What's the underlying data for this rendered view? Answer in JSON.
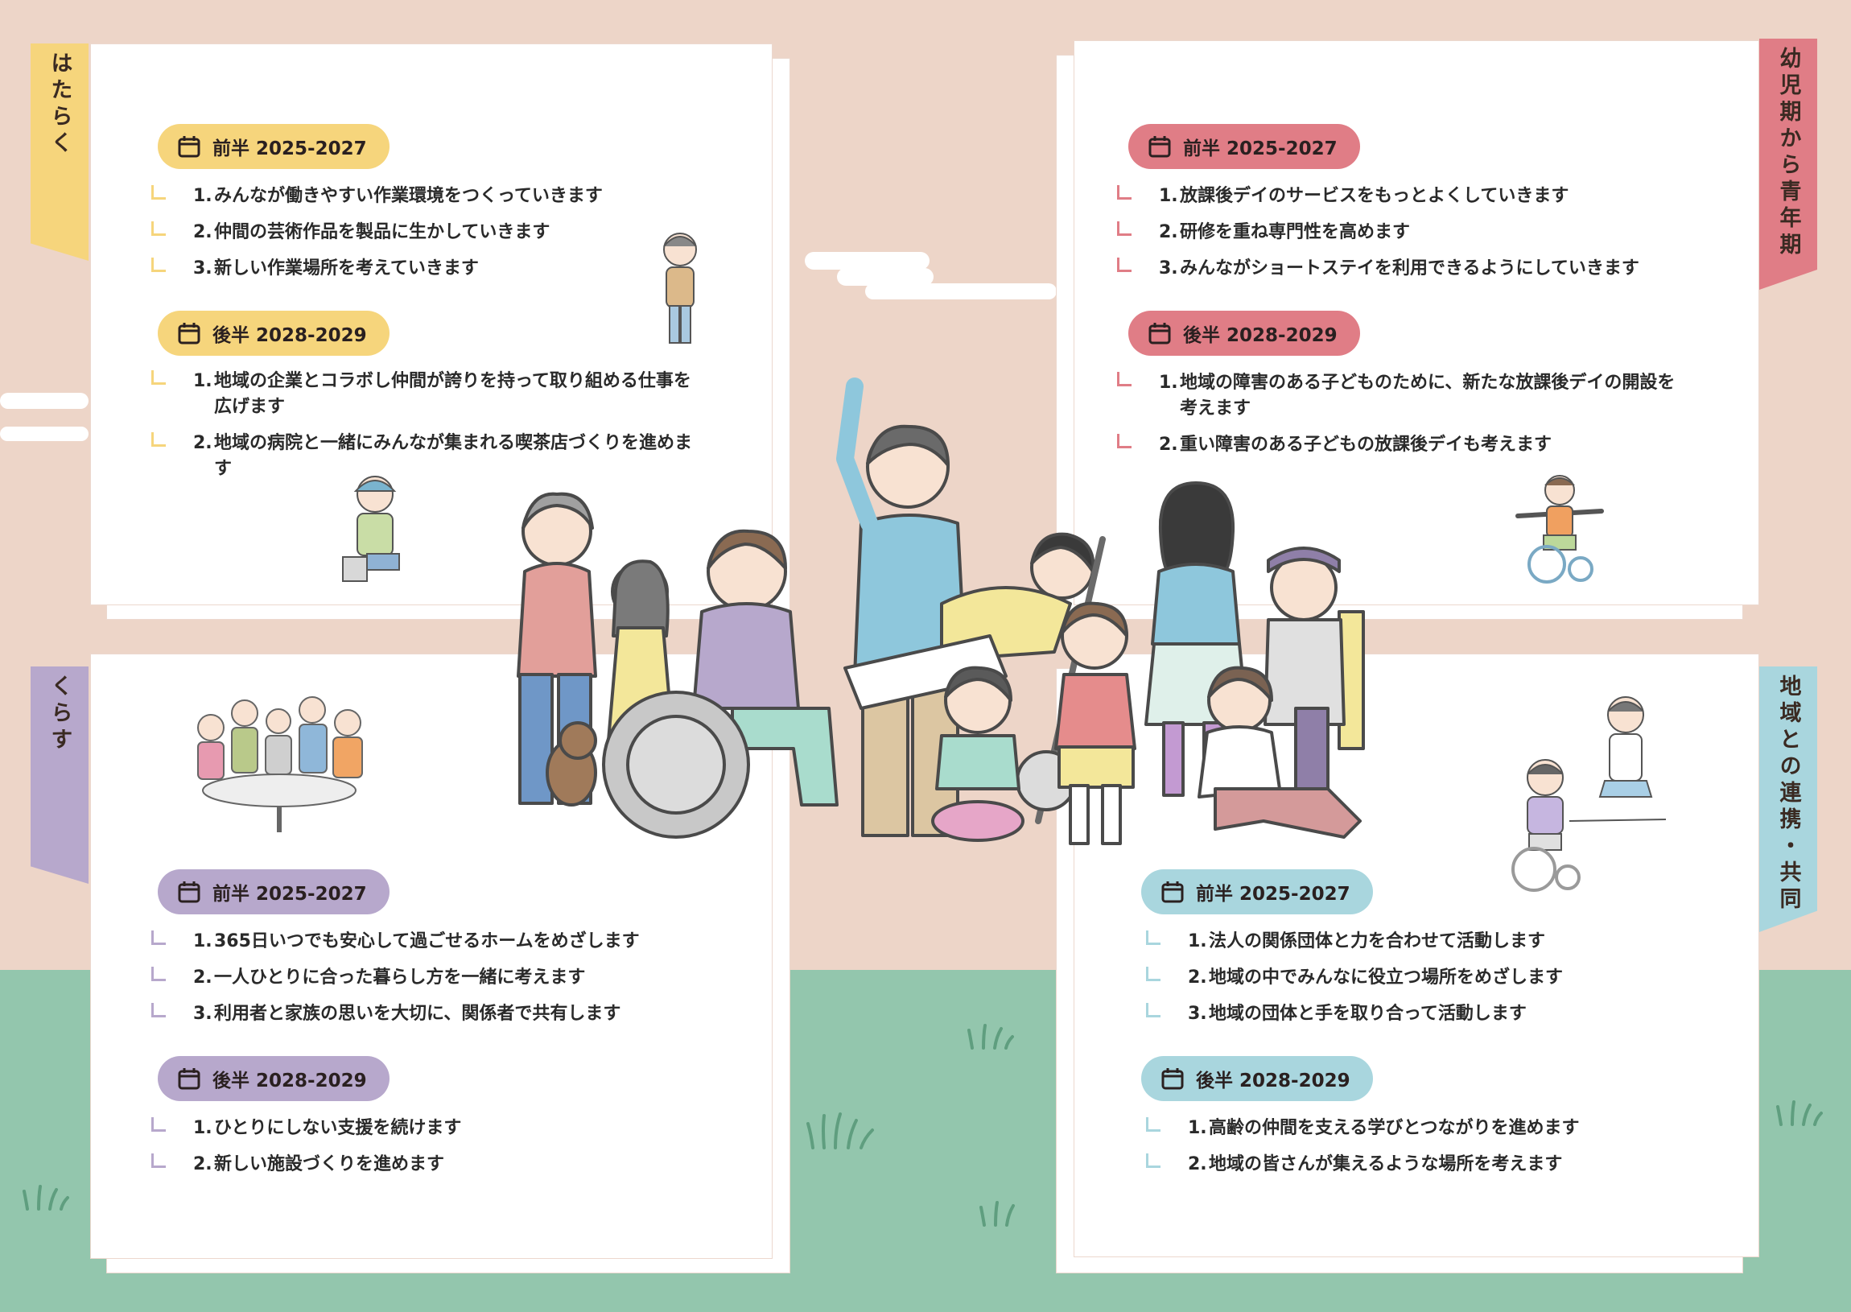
{
  "colors": {
    "yellow": "#f6d57c",
    "red": "#e07d86",
    "purple": "#b7a8cc",
    "blue": "#a9d6de",
    "bg_top": "#edd5c8",
    "bg_bottom": "#93c6ad"
  },
  "icons": {
    "pill_icon": "calendar-icon"
  },
  "sections": {
    "hataraku": {
      "tab": "はたらく",
      "first": {
        "label": "前半 2025-2027",
        "items": [
          {
            "num": "1.",
            "text": "みんなが働きやすい作業環境をつくっていきます"
          },
          {
            "num": "2.",
            "text": "仲間の芸術作品を製品に生かしていきます"
          },
          {
            "num": "3.",
            "text": "新しい作業場所を考えていきます"
          }
        ]
      },
      "second": {
        "label": "後半 2028-2029",
        "items": [
          {
            "num": "1.",
            "text": "地域の企業とコラボし仲間が誇りを持って取り組める仕事を広げます"
          },
          {
            "num": "2.",
            "text": "地域の病院と一緒にみんなが集まれる喫茶店づくりを進めます"
          }
        ]
      }
    },
    "youji": {
      "tab": "幼児期から青年期",
      "first": {
        "label": "前半 2025-2027",
        "items": [
          {
            "num": "1.",
            "text": "放課後デイのサービスをもっとよくしていきます"
          },
          {
            "num": "2.",
            "text": "研修を重ね専門性を高めます"
          },
          {
            "num": "3.",
            "text": "みんながショートステイを利用できるようにしていきます"
          }
        ]
      },
      "second": {
        "label": "後半 2028-2029",
        "items": [
          {
            "num": "1.",
            "text": "地域の障害のある子どものために、新たな放課後デイの開設を考えます"
          },
          {
            "num": "2.",
            "text": "重い障害のある子どもの放課後デイも考えます"
          }
        ]
      }
    },
    "kurasu": {
      "tab": "くらす",
      "first": {
        "label": "前半 2025-2027",
        "items": [
          {
            "num": "1.",
            "text": "365日いつでも安心して過ごせるホームをめざします"
          },
          {
            "num": "2.",
            "text": "一人ひとりに合った暮らし方を一緒に考えます"
          },
          {
            "num": "3.",
            "text": "利用者と家族の思いを大切に、関係者で共有します"
          }
        ]
      },
      "second": {
        "label": "後半 2028-2029",
        "items": [
          {
            "num": "1.",
            "text": "ひとりにしない支援を続けます"
          },
          {
            "num": "2.",
            "text": "新しい施設づくりを進めます"
          }
        ]
      }
    },
    "chiiki": {
      "tab": "地域との連携・共同",
      "first": {
        "label": "前半 2025-2027",
        "items": [
          {
            "num": "1.",
            "text": "法人の関係団体と力を合わせて活動します"
          },
          {
            "num": "2.",
            "text": "地域の中でみんなに役立つ場所をめざします"
          },
          {
            "num": "3.",
            "text": "地域の団体と手を取り合って活動します"
          }
        ]
      },
      "second": {
        "label": "後半 2028-2029",
        "items": [
          {
            "num": "1.",
            "text": "高齢の仲間を支える学びとつながりを進めます"
          },
          {
            "num": "2.",
            "text": "地域の皆さんが集えるような場所を考えます"
          }
        ]
      }
    }
  }
}
